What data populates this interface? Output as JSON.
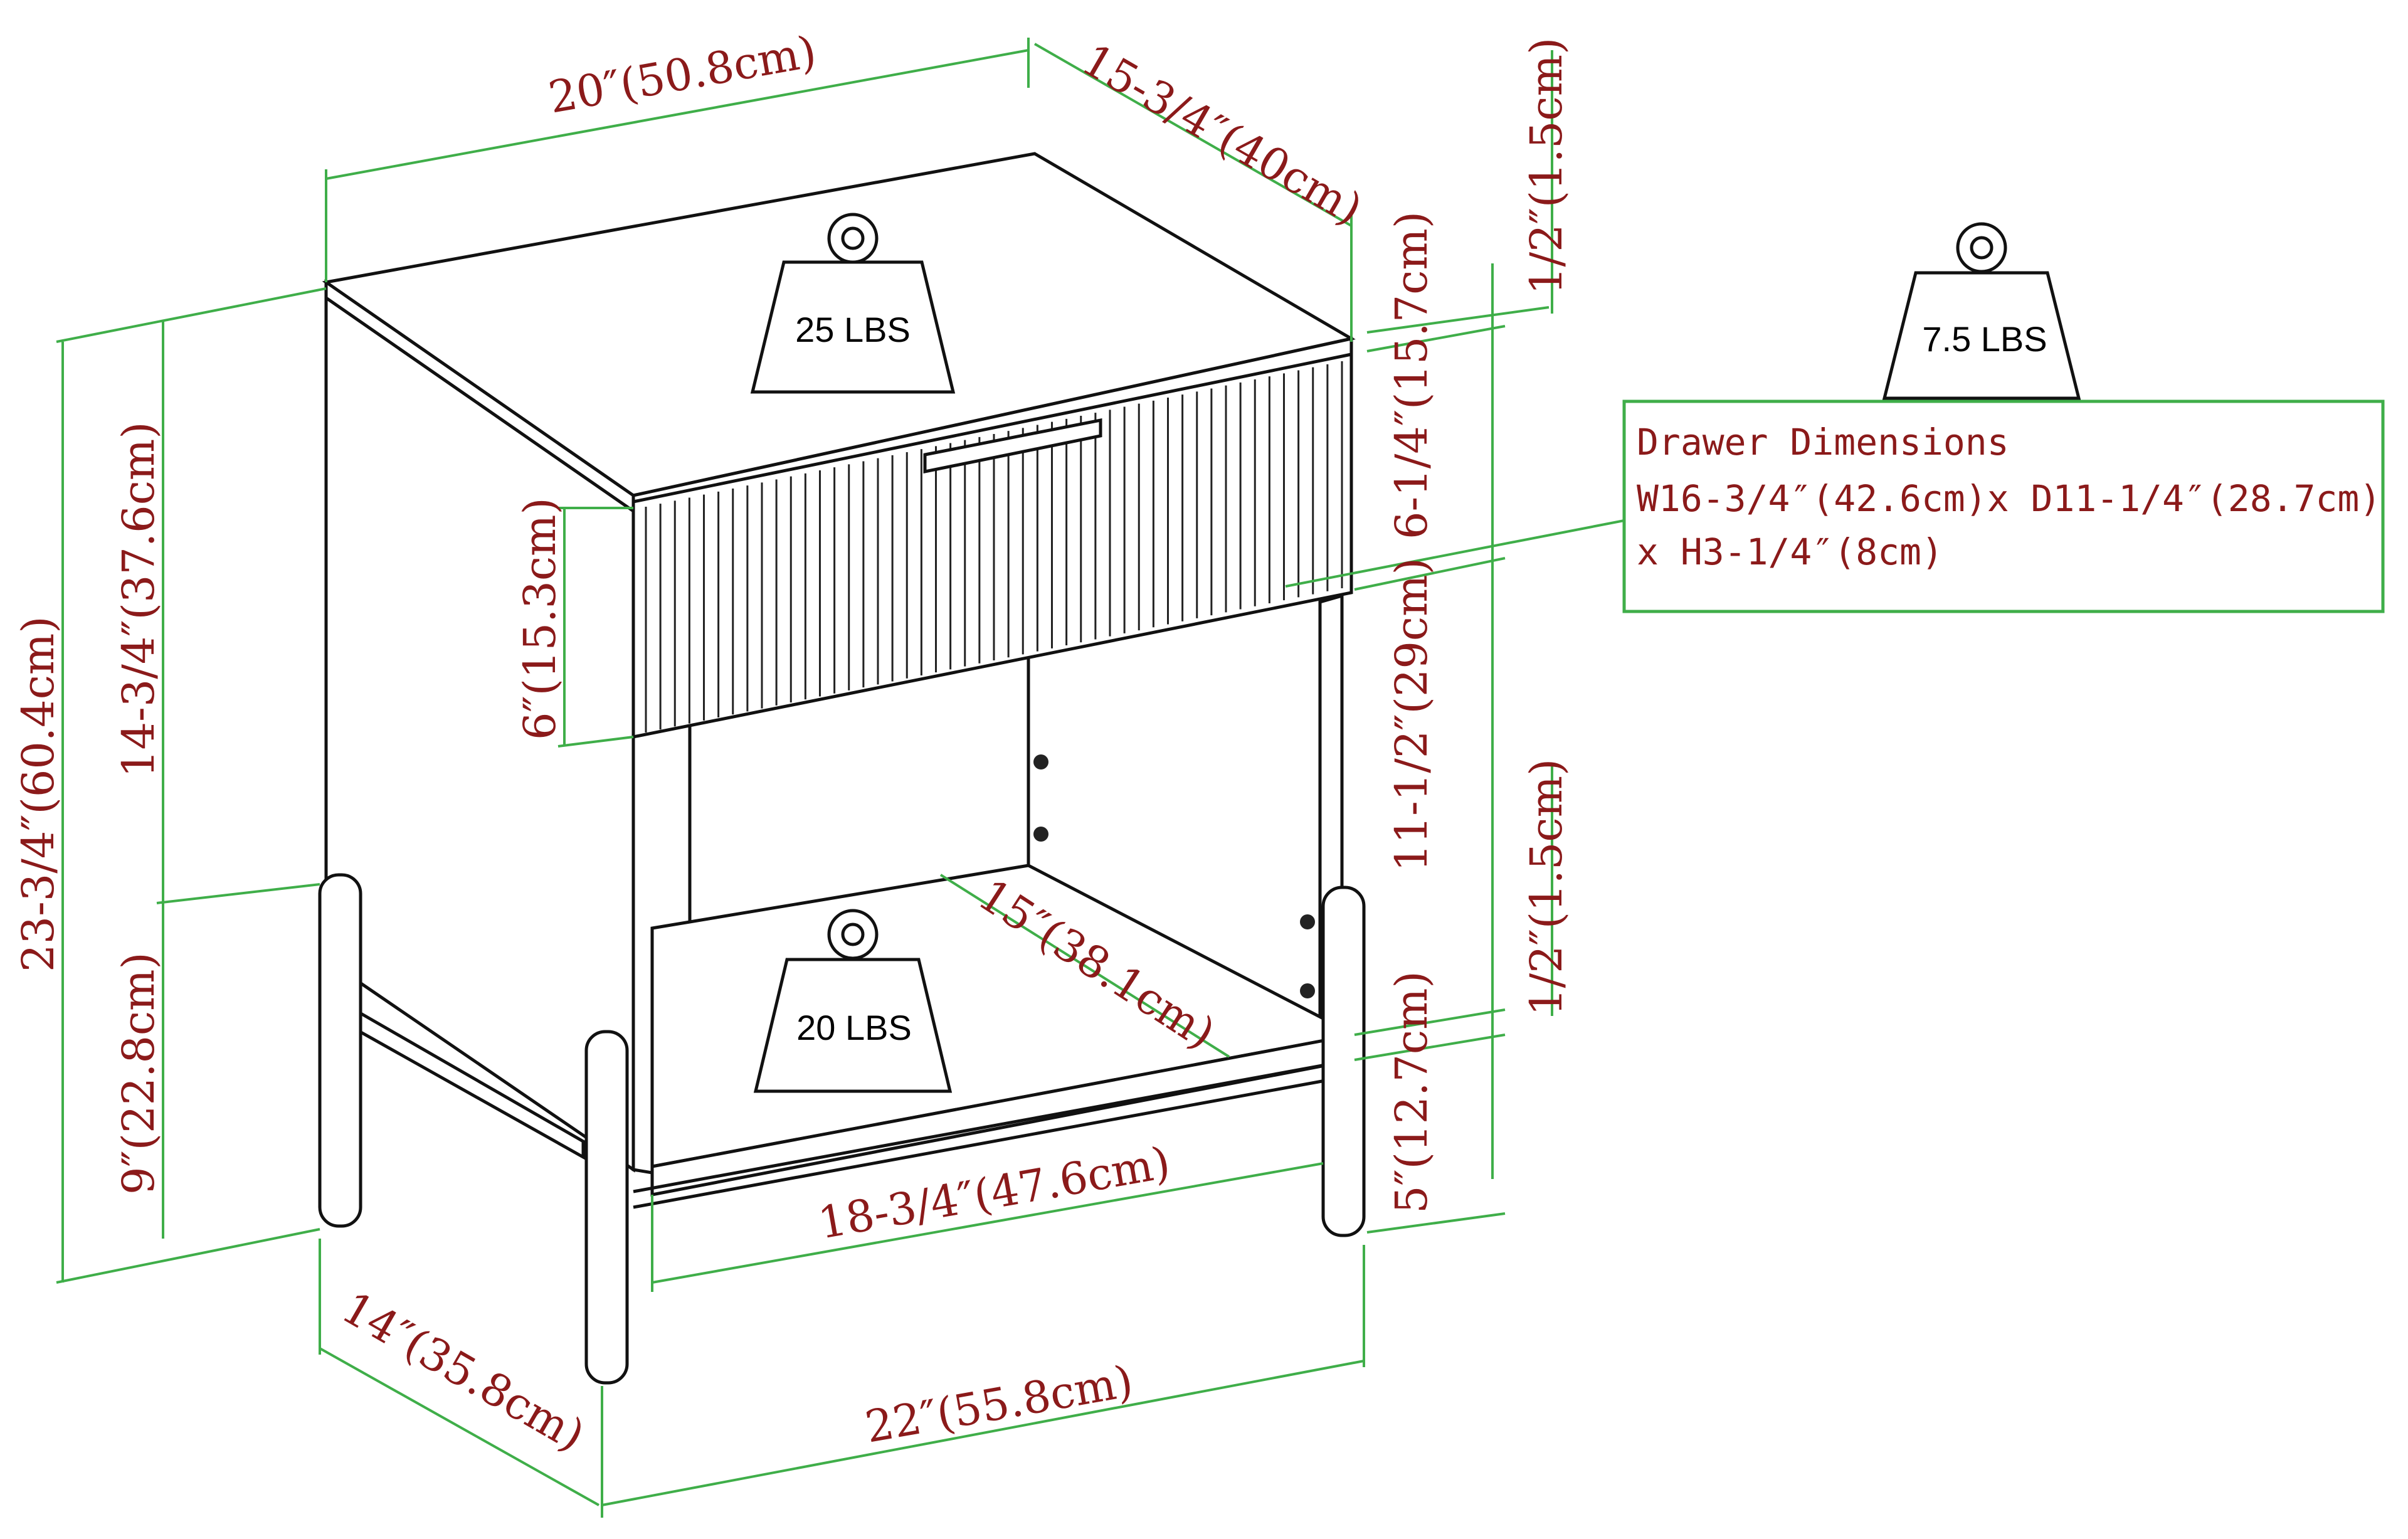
{
  "dimensions": {
    "top_width": "20″(50.8cm)",
    "top_depth": "15-3/4″(40cm)",
    "top_thickness": "1/2″(1.5cm)",
    "drawer_height": "6-1/4″(15.7cm)",
    "open_height": "11-1/2″(29cm)",
    "shelf_thickness": "1/2″(1.5cm)",
    "shelf_clearance": "5″(12.7cm)",
    "total_height": "23-3/4″(60.4cm)",
    "body_height": "14-3/4″(37.6cm)",
    "drawer_front_height": "6″(15.3cm)",
    "leg_height": "9″(22.8cm)",
    "shelf_depth": "15″(38.1cm)",
    "inner_width": "18-3/4″(47.6cm)",
    "base_depth": "14″(35.8cm)",
    "base_width": "22″(55.8cm)"
  },
  "weights": {
    "top": "25 LBS",
    "drawer": "7.5 LBS",
    "shelf": "20 LBS"
  },
  "drawer_dimensions": {
    "title": "Drawer Dimensions",
    "line1": "W16-3/4″(42.6cm)x D11-1/4″(28.7cm)",
    "line2": "x H3-1/4″(8cm)"
  },
  "colors": {
    "dimension_line": "#3fae49",
    "dimension_text": "#8b1a1a",
    "outline": "#111111"
  }
}
